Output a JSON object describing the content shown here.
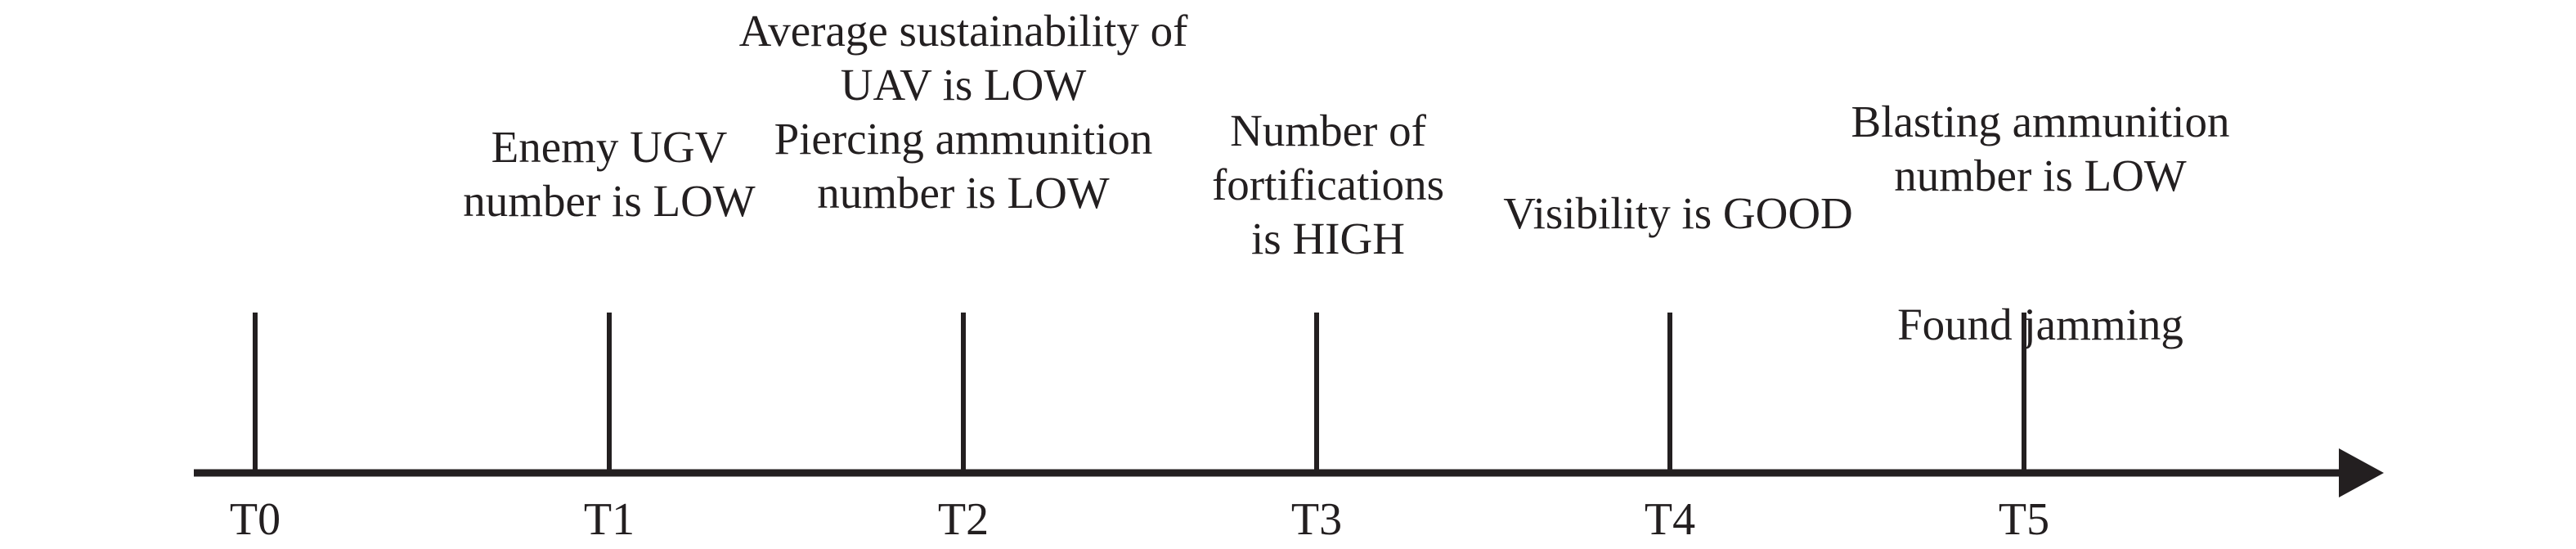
{
  "diagram": {
    "type": "timeline",
    "colors": {
      "ink": "#231f20",
      "background": "#ffffff"
    },
    "events": [
      {
        "time": "T0",
        "annotation": []
      },
      {
        "time": "T1",
        "annotation": [
          "Enemy UGV",
          "number is LOW"
        ]
      },
      {
        "time": "T2",
        "annotation": [
          "Average sustainability of",
          "UAV is LOW",
          "Piercing ammunition",
          "number is LOW"
        ]
      },
      {
        "time": "T3",
        "annotation": [
          "Number of",
          "fortifications",
          "is HIGH"
        ]
      },
      {
        "time": "T4",
        "annotation": [
          "Visibility is GOOD"
        ]
      },
      {
        "time": "T5",
        "annotation": [
          "Blasting ammunition",
          "number is LOW",
          "",
          "Found jamming"
        ]
      }
    ]
  }
}
